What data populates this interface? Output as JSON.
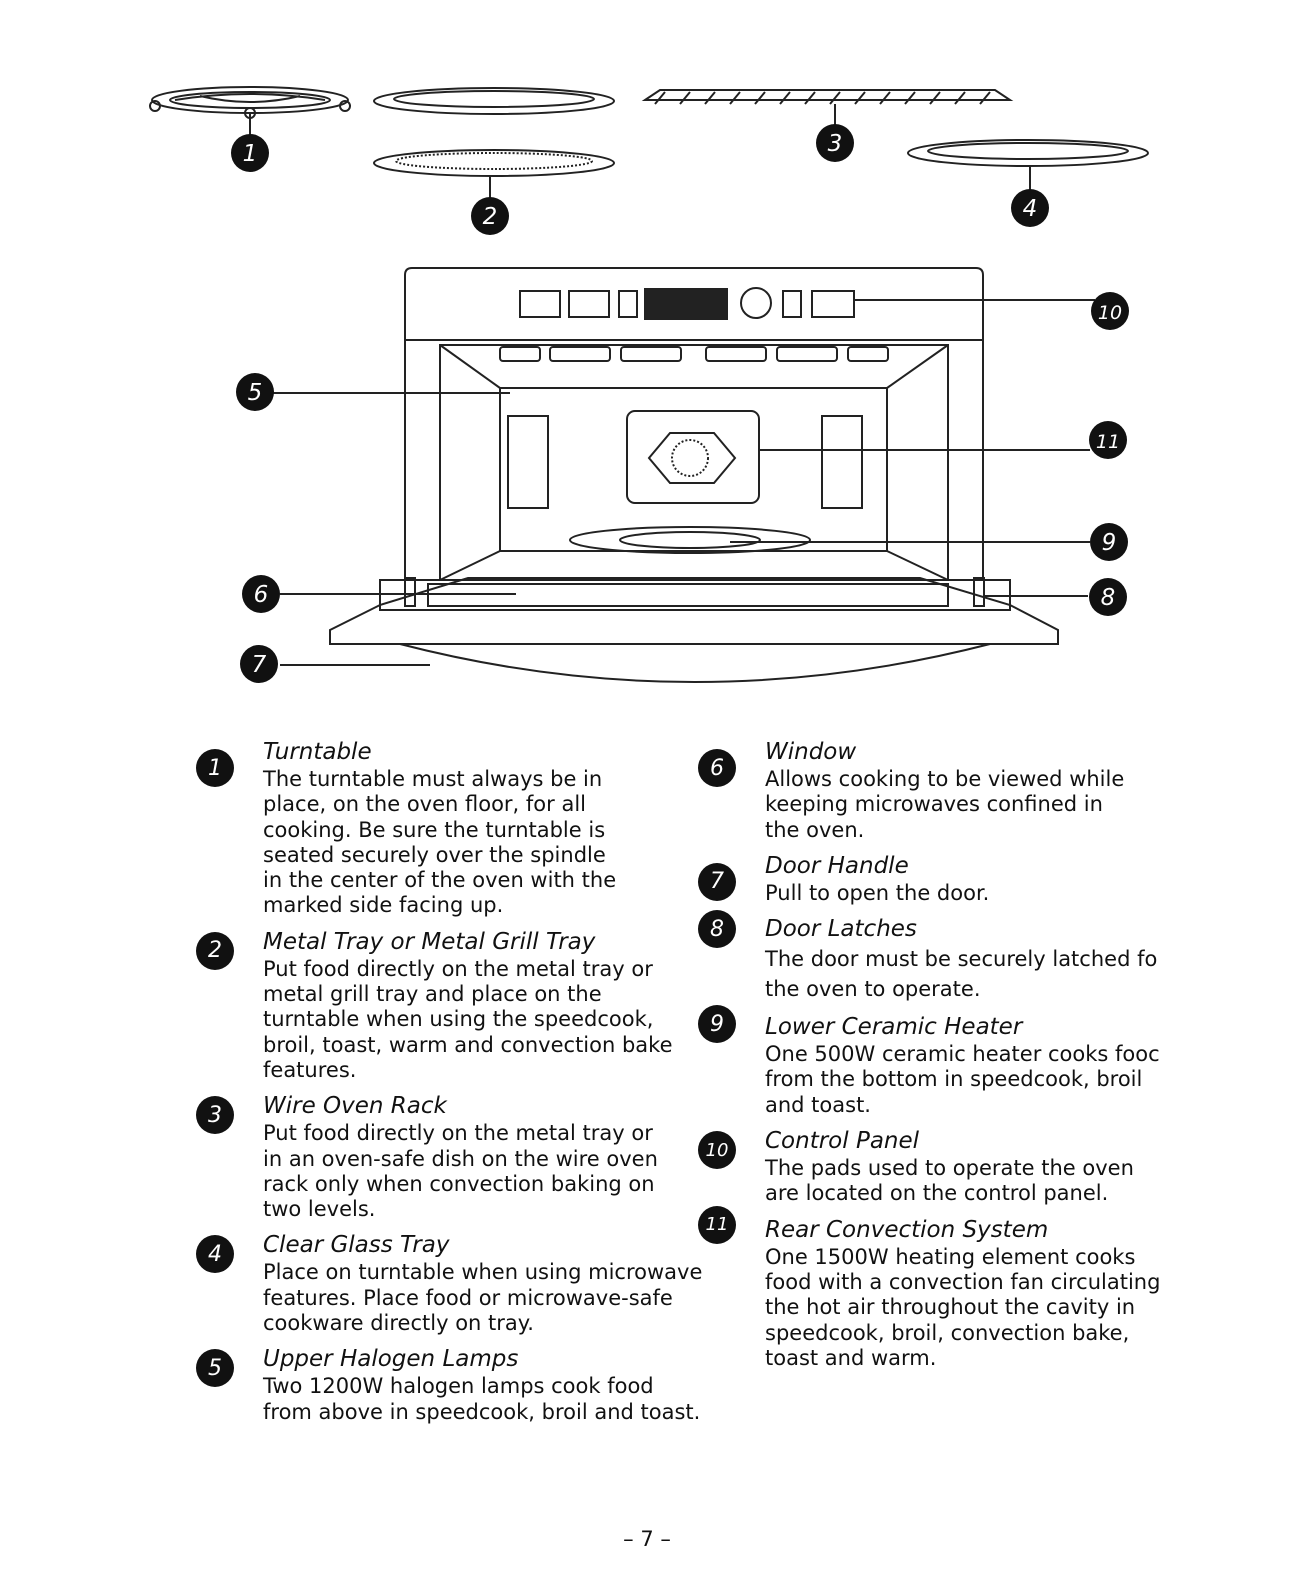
{
  "callouts": {
    "accessories": [
      "1",
      "2",
      "3",
      "4"
    ],
    "oven": [
      "5",
      "6",
      "7",
      "8",
      "9",
      "10",
      "11"
    ]
  },
  "left_items": [
    {
      "num": "1",
      "title": "Turntable",
      "body": "The turntable must always be in\nplace, on the oven floor, for all\ncooking. Be sure the turntable is\nseated securely over the spindle\nin the center of the oven with the\nmarked side facing up."
    },
    {
      "num": "2",
      "title": "Metal Tray or Metal Grill Tray",
      "body": "Put food directly on the metal tray or\nmetal grill tray and place on the\nturntable when using the speedcook,\nbroil, toast, warm and convection bake\nfeatures."
    },
    {
      "num": "3",
      "title": "Wire Oven Rack",
      "body": "Put food directly on the metal tray or\nin an oven-safe dish on the wire oven\nrack only when convection baking on\ntwo levels."
    },
    {
      "num": "4",
      "title": "Clear Glass Tray",
      "body": "Place on turntable when using microwave\nfeatures. Place food or microwave-safe\ncookware directly on tray."
    },
    {
      "num": "5",
      "title": "Upper Halogen Lamps",
      "body": "Two 1200W halogen lamps cook food\nfrom above in speedcook, broil and toast."
    }
  ],
  "right_items": [
    {
      "num": "6",
      "title": "Window",
      "body": "Allows cooking to be viewed while\nkeeping microwaves confined in\nthe oven."
    },
    {
      "num": "7",
      "title": "Door Handle",
      "body": "Pull to open the door."
    },
    {
      "num": "8",
      "title": "Door Latches",
      "body": "The door must be securely latched fo\nthe oven to operate."
    },
    {
      "num": "9",
      "title": "Lower Ceramic Heater",
      "body": "One 500W ceramic heater cooks fooc\nfrom the bottom in speedcook, broil\nand toast."
    },
    {
      "num": "10",
      "title": "Control Panel",
      "body": "The pads used to operate the oven\nare located on the control panel."
    },
    {
      "num": "11",
      "title": "Rear Convection System",
      "body": "One 1500W heating element cooks\nfood with a convection fan circulating\nthe hot air throughout the cavity in\nspeedcook, broil, convection bake,\ntoast and warm."
    }
  ],
  "page_number": "– 7 –"
}
